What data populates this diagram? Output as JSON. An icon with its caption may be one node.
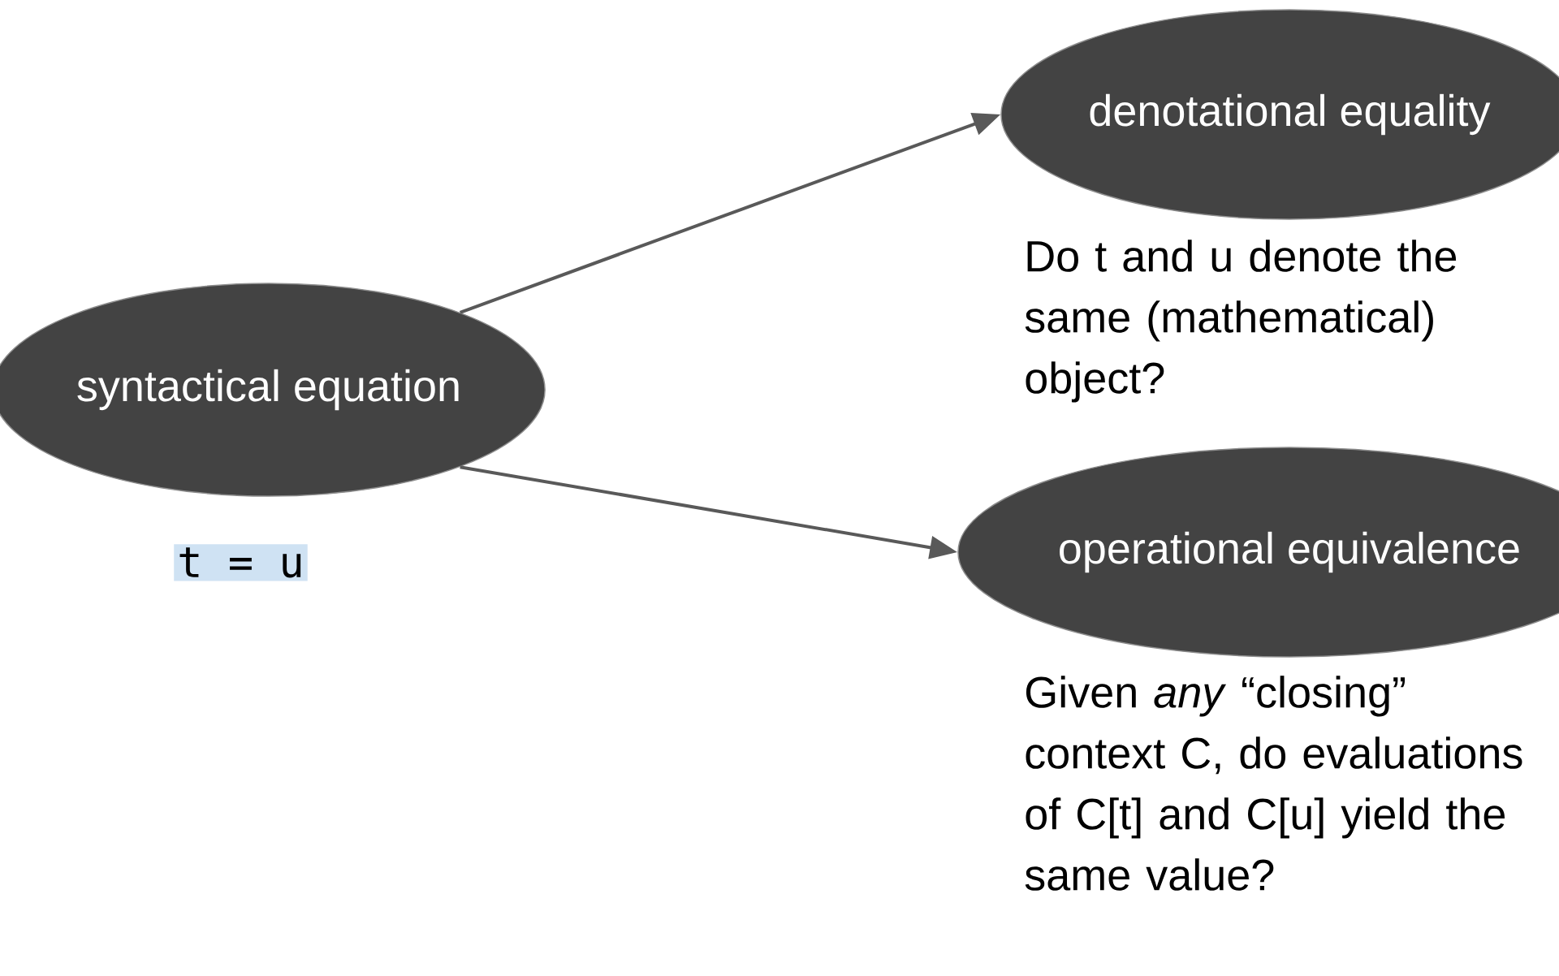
{
  "diagram": {
    "nodes": [
      {
        "text": [
          "syntactical equation"
        ],
        "beside": [
          "t = u"
        ]
      },
      {
        "text": [
          "denotational equality"
        ],
        "beside": [
          "Do t and u denote the same (mathematical) object?"
        ]
      },
      {
        "text": [
          "operational equivalence"
        ],
        "beside": [
          "Given *any* “closing” context C, do evaluations of C[t] and C[u] yield the same value?"
        ]
      }
    ],
    "edges": [
      {
        "from": 0,
        "to": 1,
        "arrow": "to"
      },
      {
        "from": 0,
        "to": 2,
        "arrow": "to"
      }
    ]
  }
}
